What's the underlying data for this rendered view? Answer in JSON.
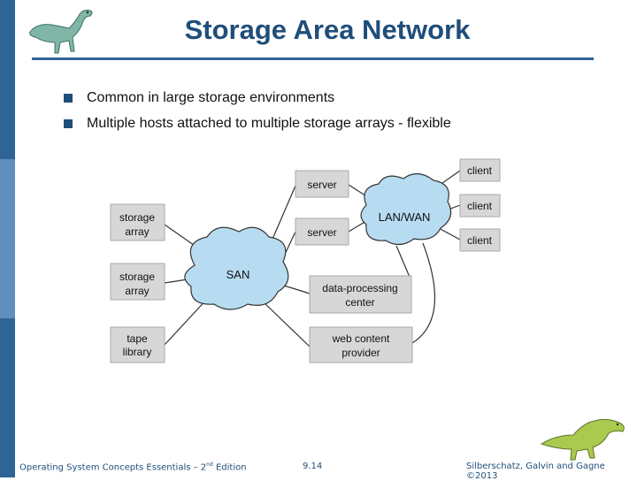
{
  "slide": {
    "title": "Storage Area Network",
    "bullets": [
      "Common in large storage environments",
      "Multiple hosts attached to multiple storage arrays - flexible"
    ]
  },
  "diagram": {
    "clouds": {
      "san": "SAN",
      "lan_wan": "LAN/WAN"
    },
    "boxes": {
      "storage_array_1": [
        "storage",
        "array"
      ],
      "storage_array_2": [
        "storage",
        "array"
      ],
      "tape_library": [
        "tape",
        "library"
      ],
      "server_1": "server",
      "server_2": "server",
      "data_processing": [
        "data-processing",
        "center"
      ],
      "web_content": [
        "web content",
        "provider"
      ],
      "client_1": "client",
      "client_2": "client",
      "client_3": "client"
    }
  },
  "footer": {
    "left_prefix": "Operating System Concepts Essentials – 2",
    "left_sup": "nd",
    "left_suffix": " Edition",
    "page": "9.14",
    "right": "Silberschatz, Galvin and Gagne ©2013"
  },
  "colors": {
    "accent": "#2f6596",
    "title": "#1f4e7a",
    "cloud_fill": "#b7dcf2",
    "box_fill": "#d7d7d7"
  },
  "icons": [
    "dinosaur-logo-icon",
    "dinosaur-corner-icon"
  ]
}
